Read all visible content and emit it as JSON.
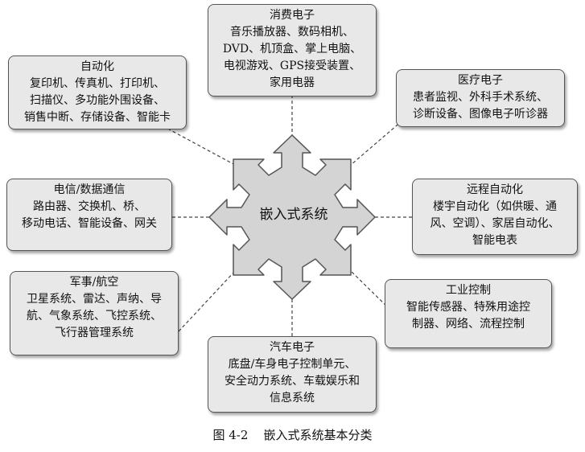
{
  "center": {
    "label": "嵌入式系统"
  },
  "nodes": {
    "consumer": {
      "title": "消费电子",
      "lines": [
        "音乐播放器、数码相机、",
        "DVD、机顶盒、掌上电脑、",
        "电视游戏、GPS接受装置、",
        "家用电器"
      ]
    },
    "automation": {
      "title": "自动化",
      "lines": [
        "复印机、传真机、打印机、",
        "扫描仪、多功能外围设备、",
        "销售中断、存储设备、智能卡"
      ]
    },
    "medical": {
      "title": "医疗电子",
      "lines": [
        "患者监视、外科手术系统、",
        "诊断设备、图像电子听诊器"
      ]
    },
    "telecom": {
      "title": "电信/数据通信",
      "lines": [
        "路由器、交换机、桥、",
        "移动电话、智能设备、网关"
      ]
    },
    "remote": {
      "title": "远程自动化",
      "lines": [
        "楼宇自动化（如供暖、通",
        "风、空调）、家居自动化、",
        "智能电表"
      ]
    },
    "military": {
      "title": "军事/航空",
      "lines": [
        "卫星系统、雷达、声纳、导",
        "航、气象系统、飞控系统、",
        "飞行器管理系统"
      ]
    },
    "industrial": {
      "title": "工业控制",
      "lines": [
        "智能传感器、特殊用途控",
        "制器、网络、流程控制"
      ]
    },
    "automotive": {
      "title": "汽车电子",
      "lines": [
        "底盘/车身电子控制单元、",
        "安全动力系统、车载娱乐和",
        "信息系统"
      ]
    }
  },
  "caption": "图 4-2    嵌入式系统基本分类",
  "colors": {
    "box_fill": "#e8e8e8",
    "star_fill": "#d4d4d4",
    "border": "#555555"
  }
}
